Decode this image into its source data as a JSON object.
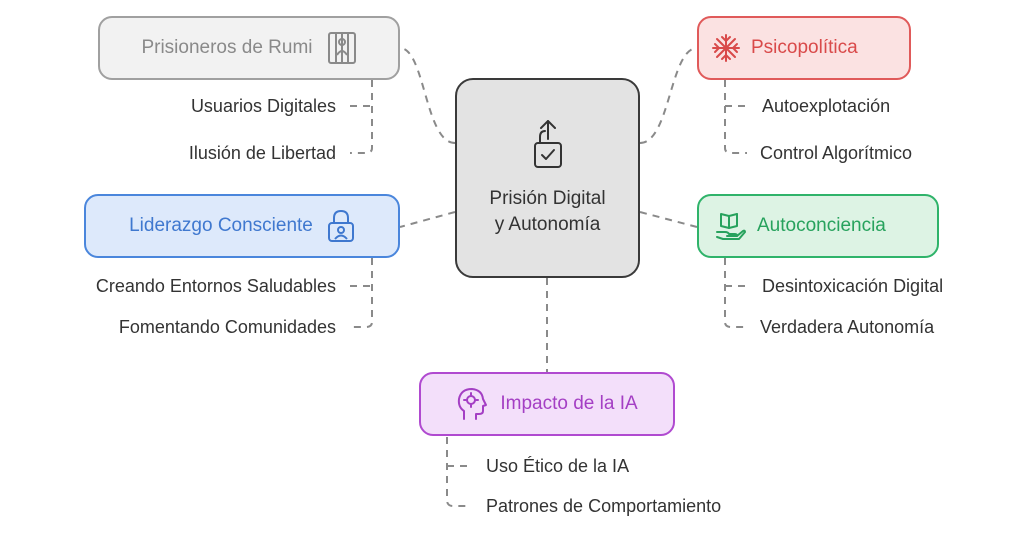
{
  "center": {
    "label": "Prisión Digital y Autonomía",
    "icon": "unlock-check-icon"
  },
  "colors": {
    "gray": "#9a9a9a",
    "red": "#e05a5a",
    "blue": "#4a86dc",
    "green": "#2fb36a",
    "purple": "#b04ad0",
    "connector": "#8a8a8a"
  },
  "branches": {
    "rumi": {
      "label": "Prisioneros de Rumi",
      "icon": "prison-bars-icon",
      "items": [
        "Usuarios Digitales",
        "Ilusión de Libertad"
      ]
    },
    "psicopolitica": {
      "label": "Psicopolítica",
      "icon": "snowflake-icon",
      "items": [
        "Autoexplotación",
        "Control Algorítmico"
      ]
    },
    "liderazgo": {
      "label": "Liderazgo Consciente",
      "icon": "person-lock-icon",
      "items": [
        "Creando Entornos Saludables",
        "Fomentando Comunidades"
      ]
    },
    "autoconciencia": {
      "label": "Autoconciencia",
      "icon": "book-hand-icon",
      "items": [
        "Desintoxicación Digital",
        "Verdadera Autonomía"
      ]
    },
    "ia": {
      "label": "Impacto de la IA",
      "icon": "head-gear-icon",
      "items": [
        "Uso Ético de la IA",
        "Patrones de Comportamiento"
      ]
    }
  }
}
